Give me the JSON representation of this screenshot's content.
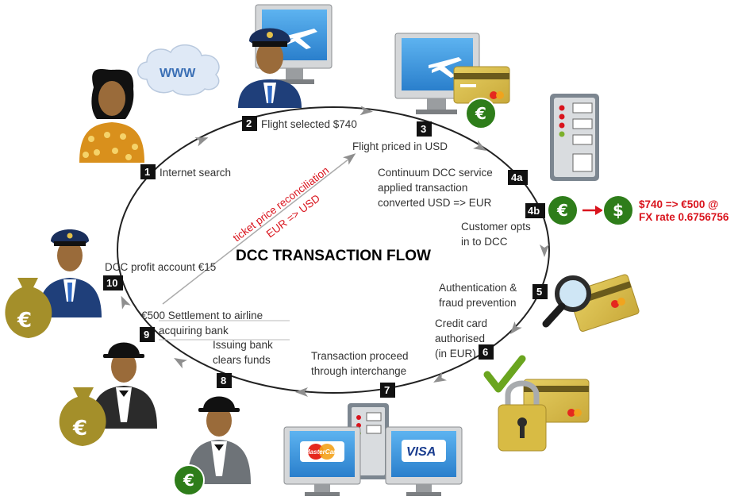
{
  "title": "DCC TRANSACTION FLOW",
  "steps": {
    "s1": {
      "num": "1",
      "label": "Internet search"
    },
    "s2": {
      "num": "2",
      "label": "Flight selected $740"
    },
    "s3": {
      "num": "3",
      "label": "Flight priced in USD"
    },
    "s4a": {
      "num": "4a",
      "lines": [
        "Continuum DCC service",
        "applied transaction",
        "converted USD => EUR"
      ]
    },
    "s4b": {
      "num": "4b",
      "lines": [
        "Customer opts",
        "in to DCC"
      ]
    },
    "s5": {
      "num": "5",
      "lines": [
        "Authentication &",
        "fraud prevention"
      ]
    },
    "s6": {
      "num": "6",
      "lines": [
        "Credit card",
        "authorised",
        "(in EUR)"
      ]
    },
    "s7": {
      "num": "7",
      "lines": [
        "Transaction proceed",
        "through interchange"
      ]
    },
    "s8": {
      "num": "8",
      "lines": [
        "Issuing bank",
        "clears funds"
      ]
    },
    "s9": {
      "num": "9",
      "lines": [
        "€500 Settlement to airline",
        "acquiring bank"
      ]
    },
    "s10": {
      "num": "10",
      "label": "DCC profit account €15"
    }
  },
  "fx_note": {
    "line1": "$740 => €500 @",
    "line2": "FX rate 0.6756756"
  },
  "reconciliation": {
    "line1": "ticket price reconciliation",
    "line2": "EUR => USD"
  },
  "cloud_text": "WWW",
  "coin_euro": "€",
  "coin_dollar": "$",
  "card_brands": {
    "mastercard": "MasterCard",
    "visa": "VISA"
  },
  "colors": {
    "coin_green": "#2e7d1a",
    "red": "#d9141d",
    "card_gold": "#d4b740",
    "screen_blue": "#3f9ae0",
    "skin": "#9a6b3a",
    "uniform": "#1f3f7a"
  }
}
